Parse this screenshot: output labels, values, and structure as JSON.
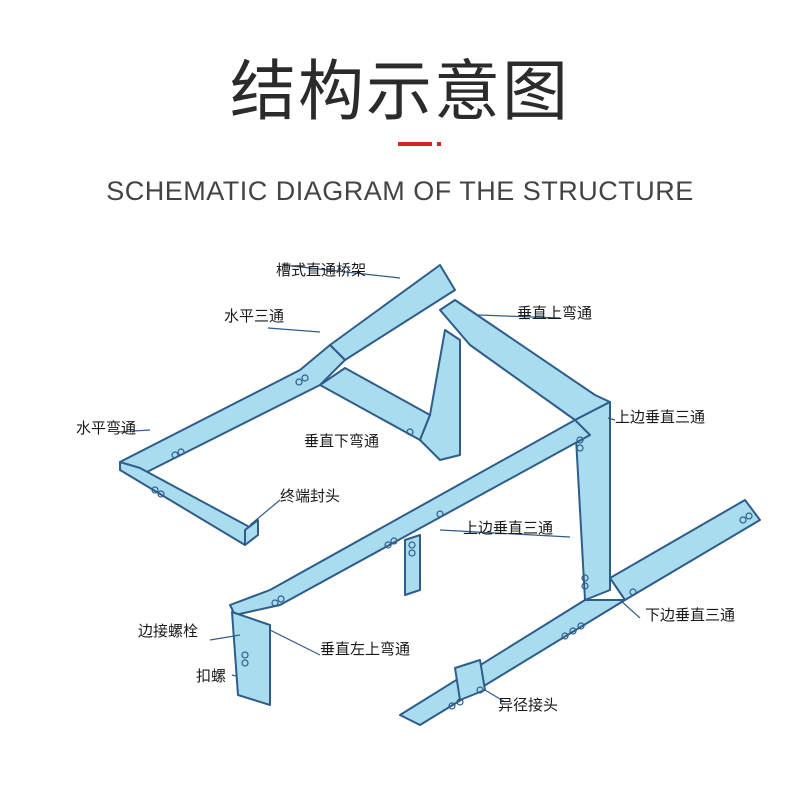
{
  "header": {
    "title": "结构示意图",
    "subtitle": "SCHEMATIC DIAGRAM OF THE STRUCTURE",
    "accent_color": "#d6251f"
  },
  "diagram": {
    "tray_color": "#a9dcef",
    "tray_edge_color": "#2f5d8a",
    "labels": [
      {
        "id": "trough-straight-tray",
        "text": "槽式直通桥架"
      },
      {
        "id": "horizontal-tee",
        "text": "水平三通"
      },
      {
        "id": "vertical-up-bend",
        "text": "垂直上弯通"
      },
      {
        "id": "upper-vertical-tee-right",
        "text": "上边垂直三通"
      },
      {
        "id": "horizontal-bend",
        "text": "水平弯通"
      },
      {
        "id": "vertical-down-bend",
        "text": "垂直下弯通"
      },
      {
        "id": "end-cap",
        "text": "终端封头"
      },
      {
        "id": "upper-vertical-tee-center",
        "text": "上边垂直三通"
      },
      {
        "id": "lower-vertical-tee",
        "text": "下边垂直三通"
      },
      {
        "id": "joint-bolt",
        "text": "边接螺栓"
      },
      {
        "id": "vertical-left-up-bend",
        "text": "垂直左上弯通"
      },
      {
        "id": "buckle-nut",
        "text": "扣螺"
      },
      {
        "id": "reducer-joint",
        "text": "异径接头"
      }
    ]
  }
}
